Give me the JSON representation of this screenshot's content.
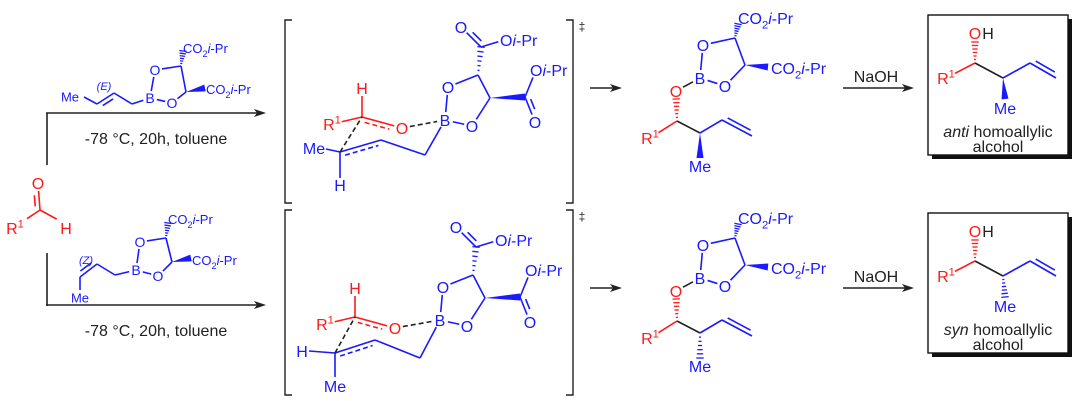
{
  "labels": {
    "co": "CO",
    "two": "2",
    "i": "i",
    "pr": "-Pr",
    "o": "O",
    "h": "H",
    "b": "B",
    "me": "Me",
    "r": "R",
    "one": "1"
  },
  "reagents": {
    "e_label": "(E)",
    "z_label": "(Z)"
  },
  "conditions": {
    "top": "-78 °C, 20h, toluene",
    "bottom": "-78 °C, 20h, toluene"
  },
  "ts_symbol": "‡",
  "workup": {
    "reagent_top": "NaOH",
    "reagent_bottom": "NaOH"
  },
  "products": [
    {
      "descriptor": "anti",
      "name": " homoallylic",
      "line2": "alcohol"
    },
    {
      "descriptor": "syn",
      "name": " homoallylic",
      "line2": "alcohol"
    }
  ],
  "colors": {
    "boronate": "#1a1aff",
    "aldehyde": "#ff1a1a",
    "ink": "#222222"
  }
}
